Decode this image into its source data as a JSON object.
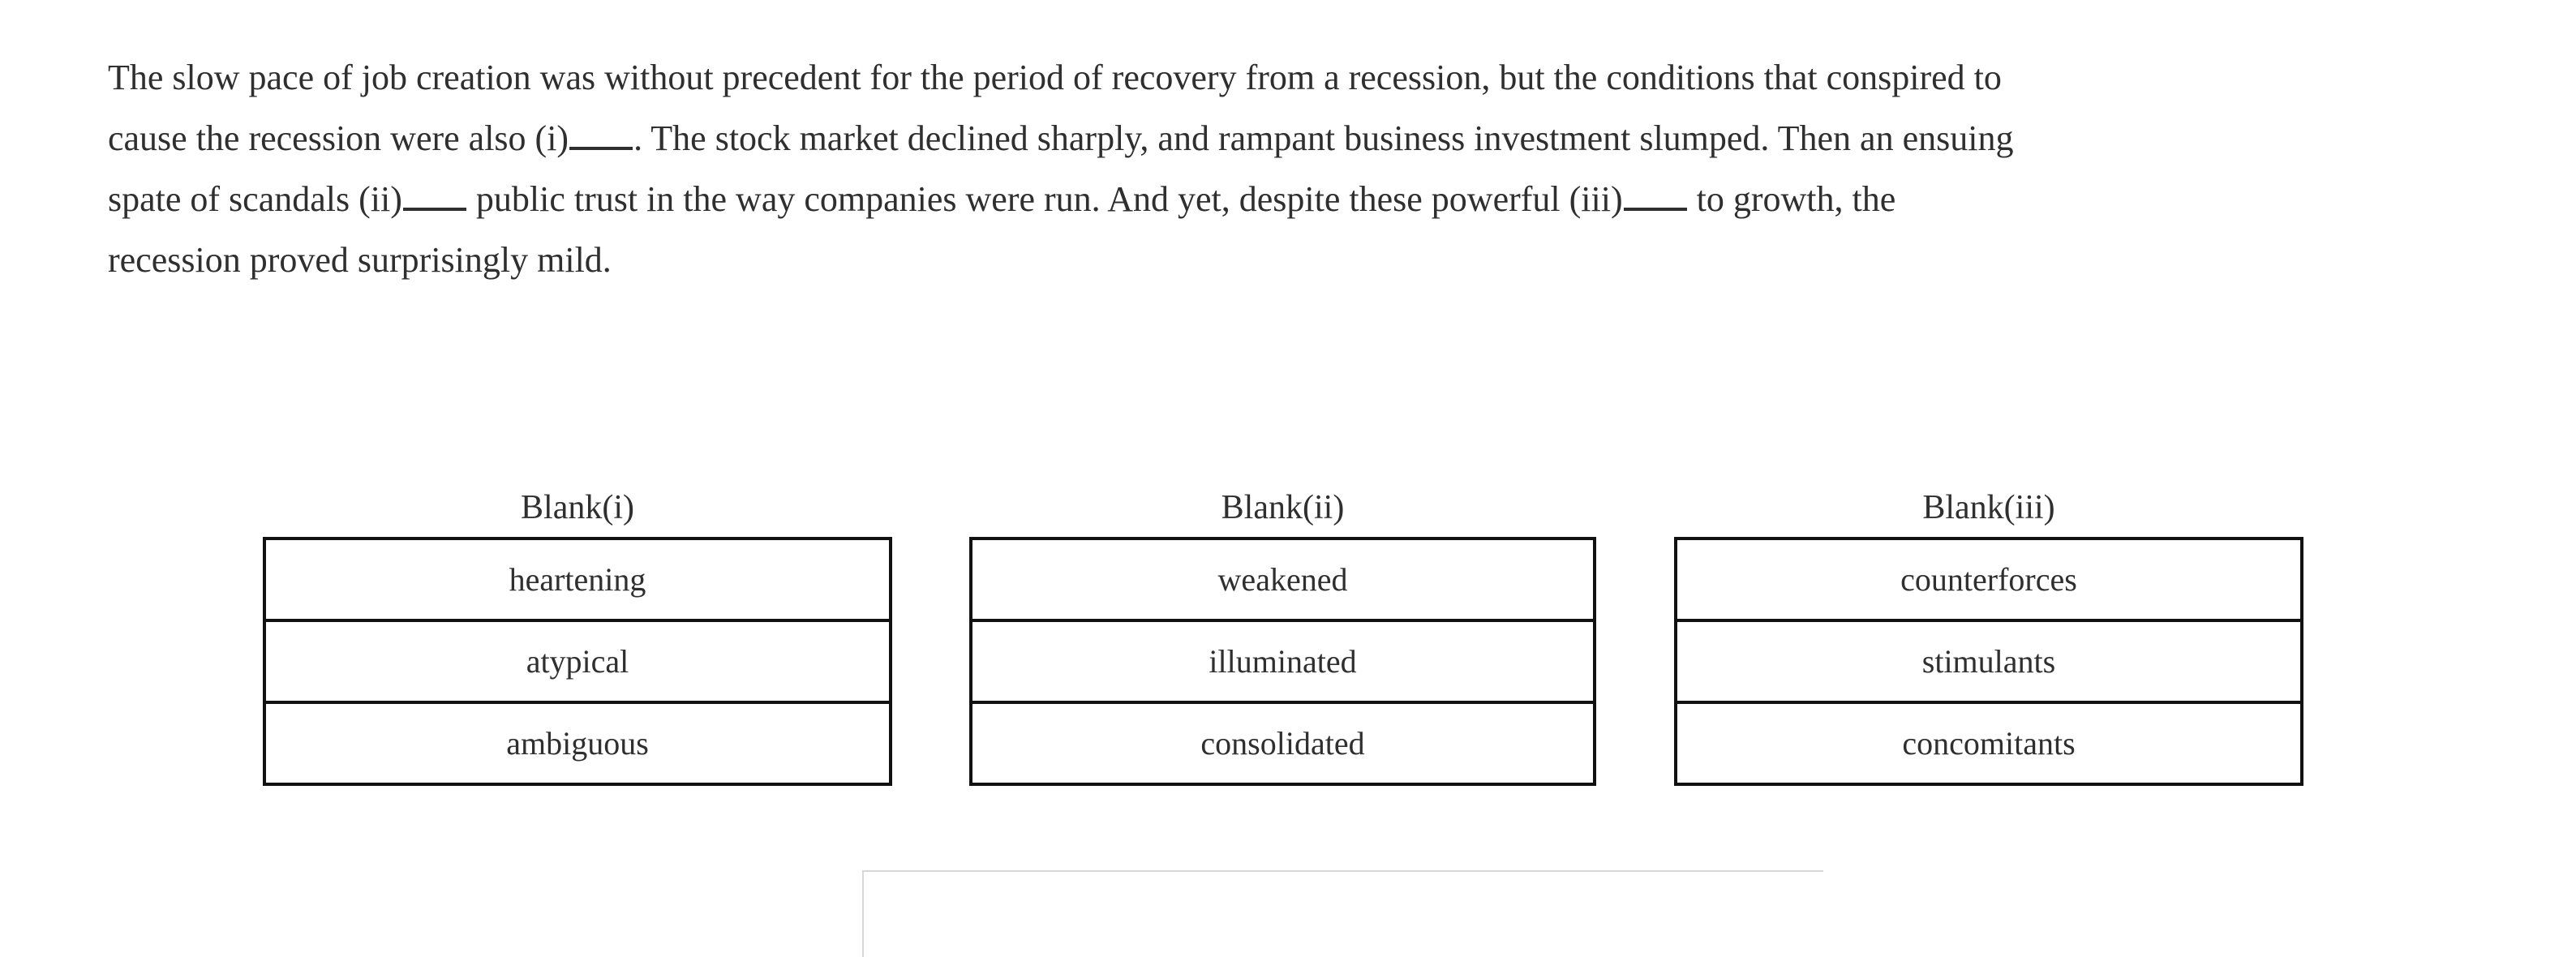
{
  "passage": {
    "lines": [
      {
        "segments": [
          {
            "type": "text",
            "value": "The slow pace of job creation was without precedent for the period of recovery from a recession, but the conditions that conspired to"
          }
        ]
      },
      {
        "segments": [
          {
            "type": "text",
            "value": "cause the recession were also (i)"
          },
          {
            "type": "blank",
            "value": "",
            "label": "blank-i"
          },
          {
            "type": "text",
            "value": ". The stock market declined sharply, and rampant business investment slumped. Then an ensuing"
          }
        ]
      },
      {
        "segments": [
          {
            "type": "text",
            "value": "spate of scandals (ii)"
          },
          {
            "type": "blank",
            "value": "",
            "label": "blank-ii"
          },
          {
            "type": "text",
            "value": " public trust in the way companies were run. And yet, despite these powerful (iii)"
          },
          {
            "type": "blank",
            "value": "",
            "label": "blank-iii"
          },
          {
            "type": "text",
            "value": " to growth, the"
          }
        ]
      },
      {
        "segments": [
          {
            "type": "text",
            "value": "recession proved surprisingly mild."
          }
        ]
      }
    ],
    "full_text": "The slow pace of job creation was without precedent for the period of recovery from a recession, but the conditions that conspired to cause the recession were also (i)_____. The stock market declined sharply, and rampant business investment slumped. Then an ensuing spate of scandals (ii)_____ public trust in the way companies were run. And yet, despite these powerful (iii)_____ to growth, the recession proved surprisingly mild."
  },
  "answer_columns": [
    {
      "header": "Blank(i)",
      "options": [
        "heartening",
        "atypical",
        "ambiguous"
      ]
    },
    {
      "header": "Blank(ii)",
      "options": [
        "weakened",
        "illuminated",
        "consolidated"
      ]
    },
    {
      "header": "Blank(iii)",
      "options": [
        "counterforces",
        "stimulants",
        "concomitants"
      ]
    }
  ],
  "colors": {
    "background": "#ffffff",
    "text": "#2f2f2f",
    "table_border": "#111111",
    "panel_edge": "#d8d8d8"
  }
}
